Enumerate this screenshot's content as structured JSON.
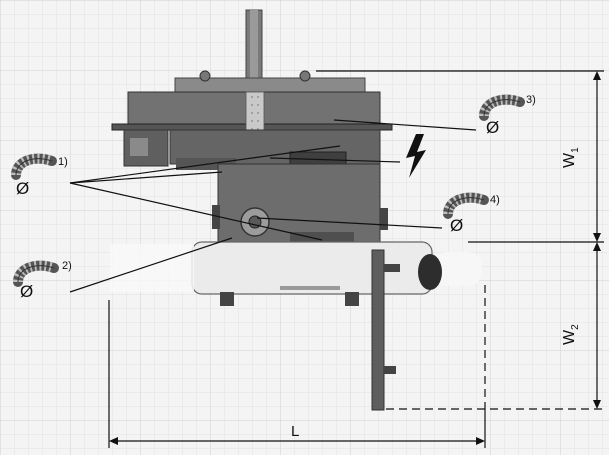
{
  "labels": {
    "hose_1": "1)",
    "hose_2": "2)",
    "hose_3": "3)",
    "hose_4": "4)",
    "diameter_symbol": "Ø",
    "dim_L": "L",
    "dim_W1_main": "W",
    "dim_W1_sub": "1",
    "dim_W2_main": "W",
    "dim_W2_sub": "2"
  },
  "icons": {
    "hose": "flex-hose-icon",
    "power": "lightning-bolt-icon"
  },
  "colors": {
    "background": "#f4f4f4",
    "grid": "#d9d9d9",
    "machine_dark": "#6f6f6f",
    "machine_mid": "#8a8a8a",
    "machine_light": "#ebebeb",
    "line": "#111111"
  }
}
